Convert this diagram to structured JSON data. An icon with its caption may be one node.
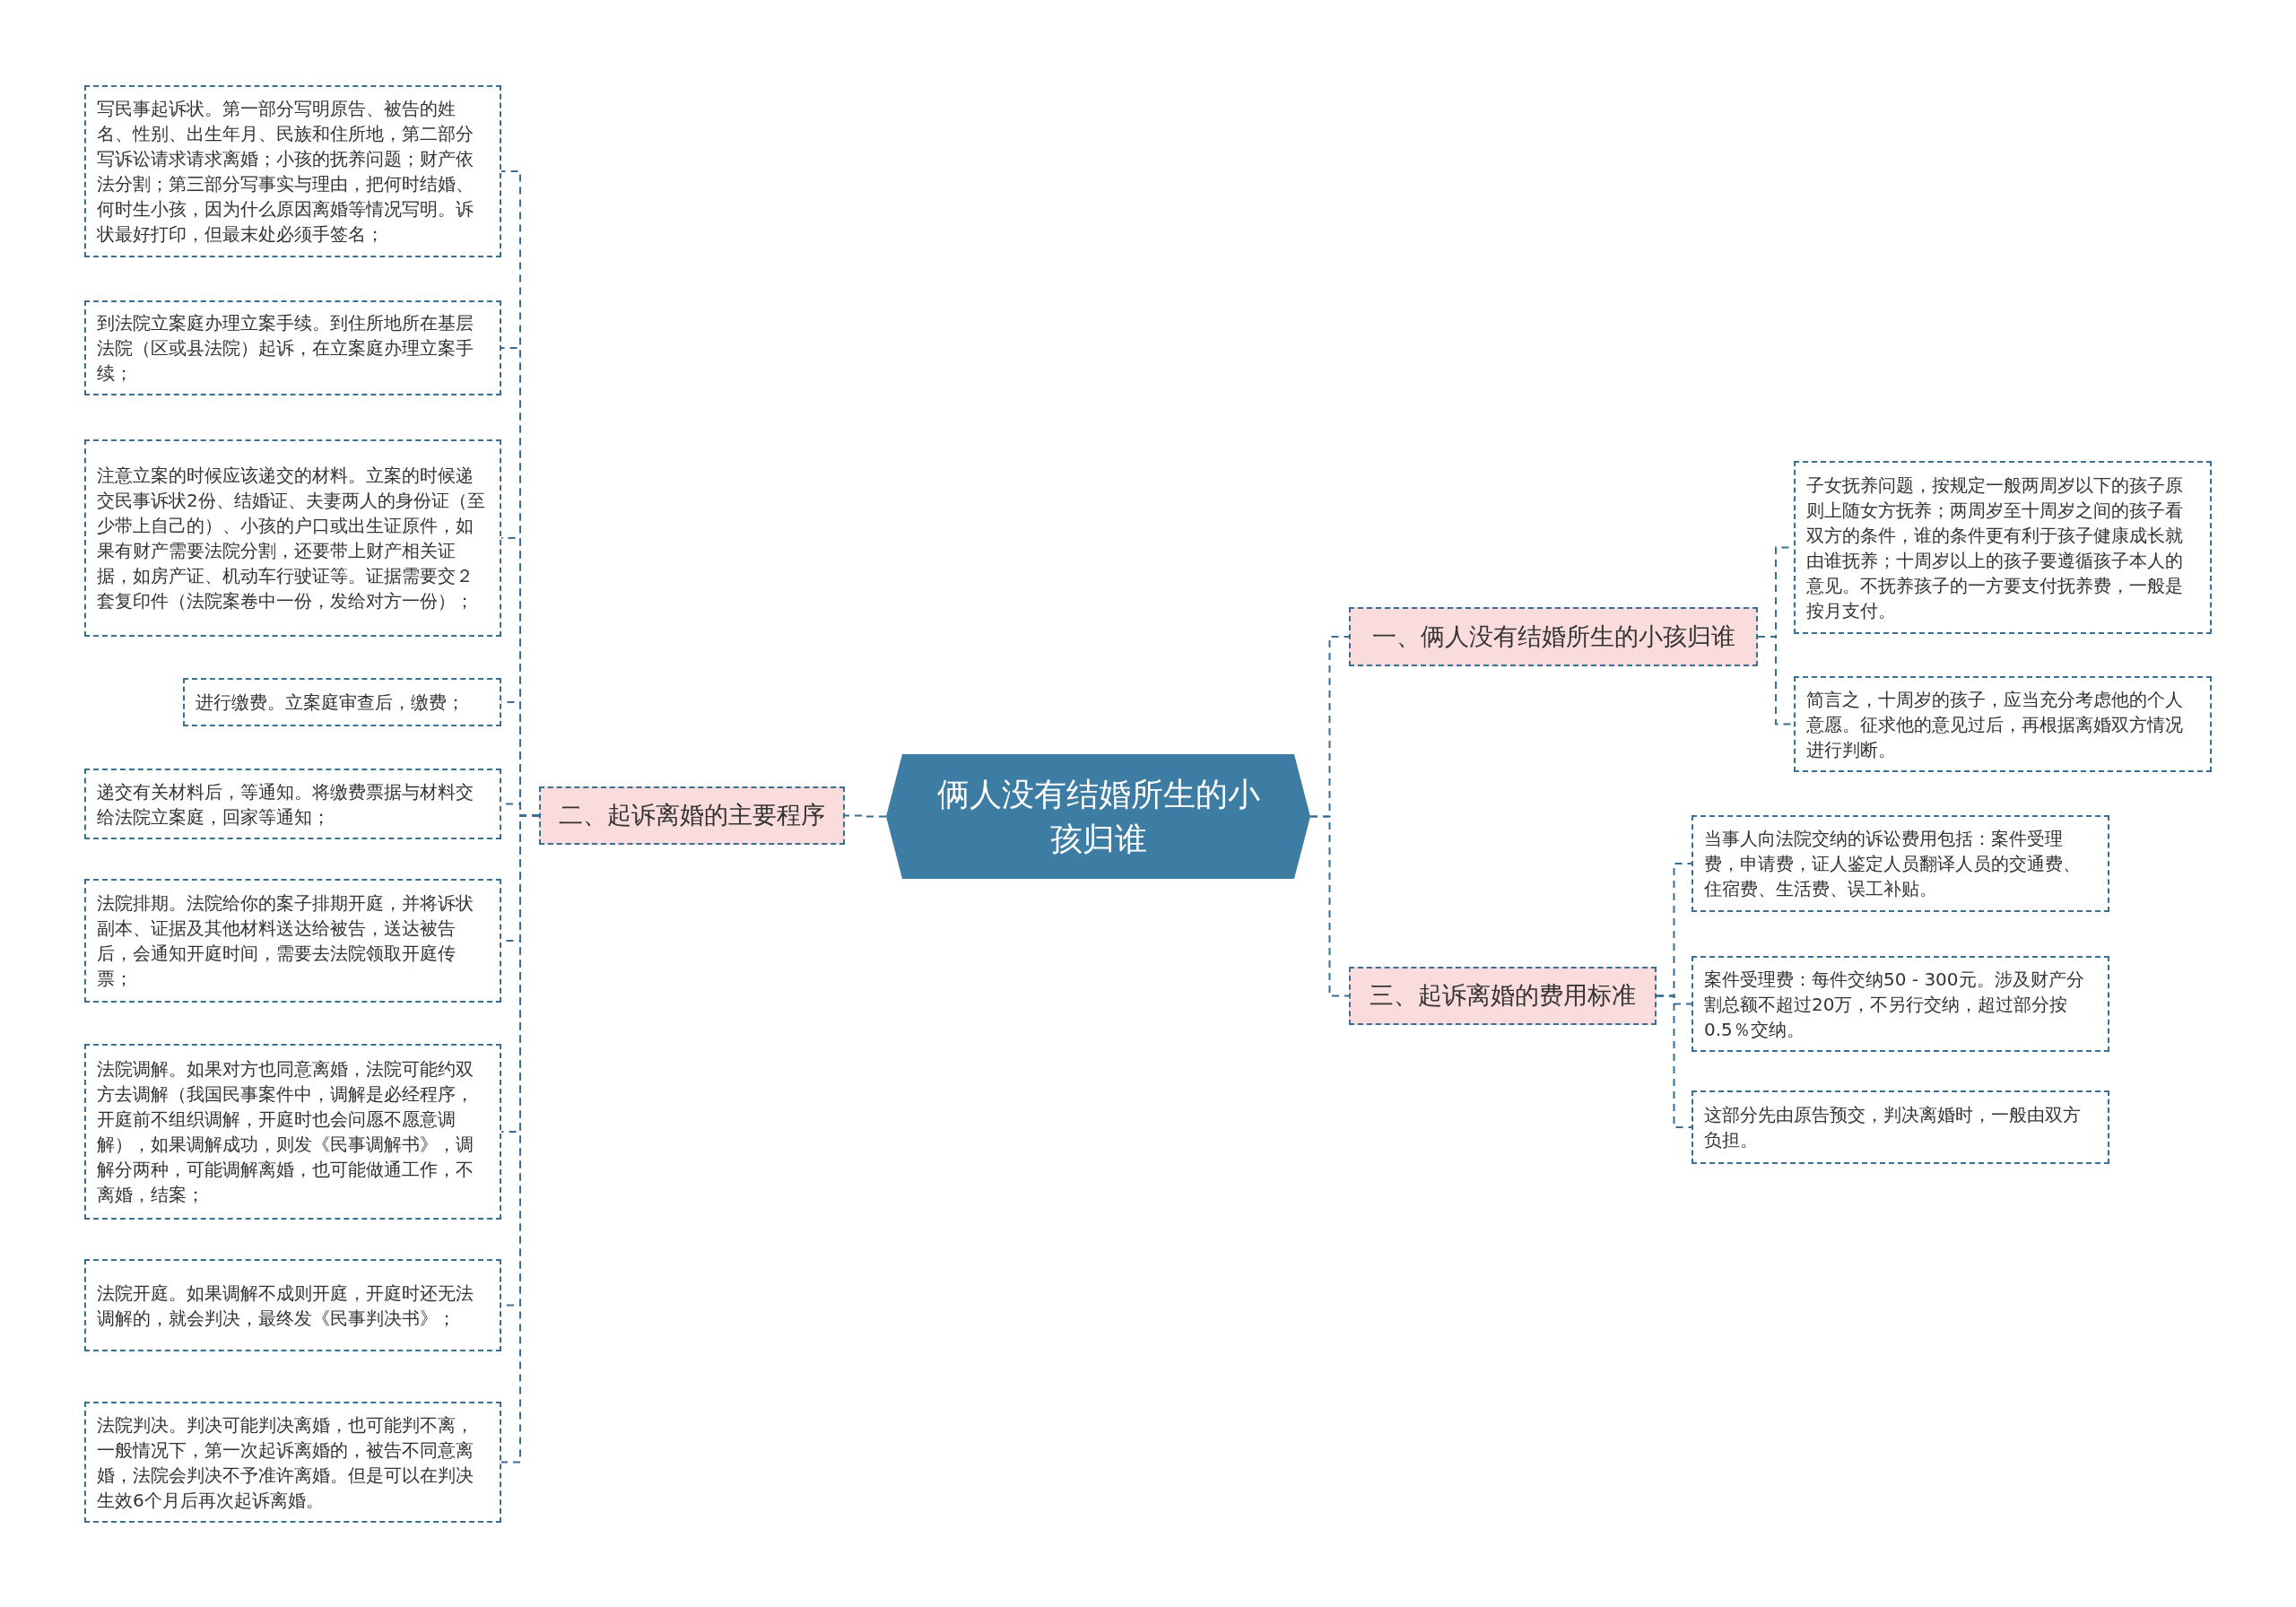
{
  "diagram": {
    "nodes": [
      {
        "text": [
          "俩人没有结婚所生的小孩归谁"
        ]
      },
      {
        "text": [
          "一、俩人没有结婚所生的小孩归谁"
        ]
      },
      {
        "text": [
          "子女抚养问题，按规定一般两周岁以下的孩子原则上随女方抚养；两周岁至十周岁之间的孩子看双方的条件，谁的条件更有利于孩子健康成长就由谁抚养；十周岁以上的孩子要遵循孩子本人的意见。不抚养孩子的一方要支付抚养费，一般是按月支付。"
        ]
      },
      {
        "text": [
          "简言之，十周岁的孩子，应当充分考虑他的个人意愿。征求他的意见过后，再根据离婚双方情况进行判断。"
        ]
      },
      {
        "text": [
          "三、起诉离婚的费用标准"
        ]
      },
      {
        "text": [
          "当事人向法院交纳的诉讼费用包括：案件受理费，申请费，证人鉴定人员翻译人员的交通费、住宿费、生活费、误工补贴。"
        ]
      },
      {
        "text": [
          "案件受理费：每件交纳50 - 300元。涉及财产分割总额不超过20万，不另行交纳，超过部分按0.5％交纳。"
        ]
      },
      {
        "text": [
          "这部分先由原告预交，判决离婚时，一般由双方负担。"
        ]
      },
      {
        "text": [
          "二、起诉离婚的主要程序"
        ]
      },
      {
        "text": [
          "写民事起诉状。第一部分写明原告、被告的姓名、性别、出生年月、民族和住所地，第二部分写诉讼请求请求离婚；小孩的抚养问题；财产依法分割；第三部分写事实与理由，把何时结婚、何时生小孩，因为什么原因离婚等情况写明。诉状最好打印，但最末处必须手签名；"
        ]
      },
      {
        "text": [
          "到法院立案庭办理立案手续。到住所地所在基层法院（区或县法院）起诉，在立案庭办理立案手续；"
        ]
      },
      {
        "text": [
          "注意立案的时候应该递交的材料。立案的时候递交民事诉状2份、结婚证、夫妻两人的身份证（至少带上自己的）、小孩的户口或出生证原件，如果有财产需要法院分割，还要带上财产相关证据，如房产证、机动车行驶证等。证据需要交２套复印件（法院案卷中一份，发给对方一份）；"
        ]
      },
      {
        "text": [
          "进行缴费。立案庭审查后，缴费；"
        ]
      },
      {
        "text": [
          "递交有关材料后，等通知。将缴费票据与材料交给法院立案庭，回家等通知；"
        ]
      },
      {
        "text": [
          "法院排期。法院给你的案子排期开庭，并将诉状副本、证据及其他材料送达给被告，送达被告后，会通知开庭时间，需要去法院领取开庭传票；"
        ]
      },
      {
        "text": [
          "法院调解。如果对方也同意离婚，法院可能约双方去调解（我国民事案件中，调解是必经程序，开庭前不组织调解，开庭时也会问愿不愿意调解），如果调解成功，则发《民事调解书》，调解分两种，可能调解离婚，也可能做通工作，不离婚，结案；"
        ]
      },
      {
        "text": [
          "法院开庭。如果调解不成则开庭，开庭时还无法调解的，就会判决，最终发《民事判决书》；"
        ]
      },
      {
        "text": [
          "法院判决。判决可能判决离婚，也可能判不离，一般情况下，第一次起诉离婚的，被告不同意离婚，法院会判决不予准许离婚。但是可以在判决生效6个月后再次起诉离婚。"
        ]
      }
    ],
    "edges": [
      {
        "from": 0,
        "to": 1,
        "arrow": "none"
      },
      {
        "from": 1,
        "to": 2,
        "arrow": "none"
      },
      {
        "from": 1,
        "to": 3,
        "arrow": "none"
      },
      {
        "from": 0,
        "to": 4,
        "arrow": "none"
      },
      {
        "from": 4,
        "to": 5,
        "arrow": "none"
      },
      {
        "from": 4,
        "to": 6,
        "arrow": "none"
      },
      {
        "from": 4,
        "to": 7,
        "arrow": "none"
      },
      {
        "from": 0,
        "to": 8,
        "arrow": "none"
      },
      {
        "from": 8,
        "to": 9,
        "arrow": "none"
      },
      {
        "from": 8,
        "to": 10,
        "arrow": "none"
      },
      {
        "from": 8,
        "to": 11,
        "arrow": "none"
      },
      {
        "from": 8,
        "to": 12,
        "arrow": "none"
      },
      {
        "from": 8,
        "to": 13,
        "arrow": "none"
      },
      {
        "from": 8,
        "to": 14,
        "arrow": "none"
      },
      {
        "from": 8,
        "to": 15,
        "arrow": "none"
      },
      {
        "from": 8,
        "to": 16,
        "arrow": "none"
      },
      {
        "from": 8,
        "to": 17,
        "arrow": "none"
      }
    ]
  }
}
